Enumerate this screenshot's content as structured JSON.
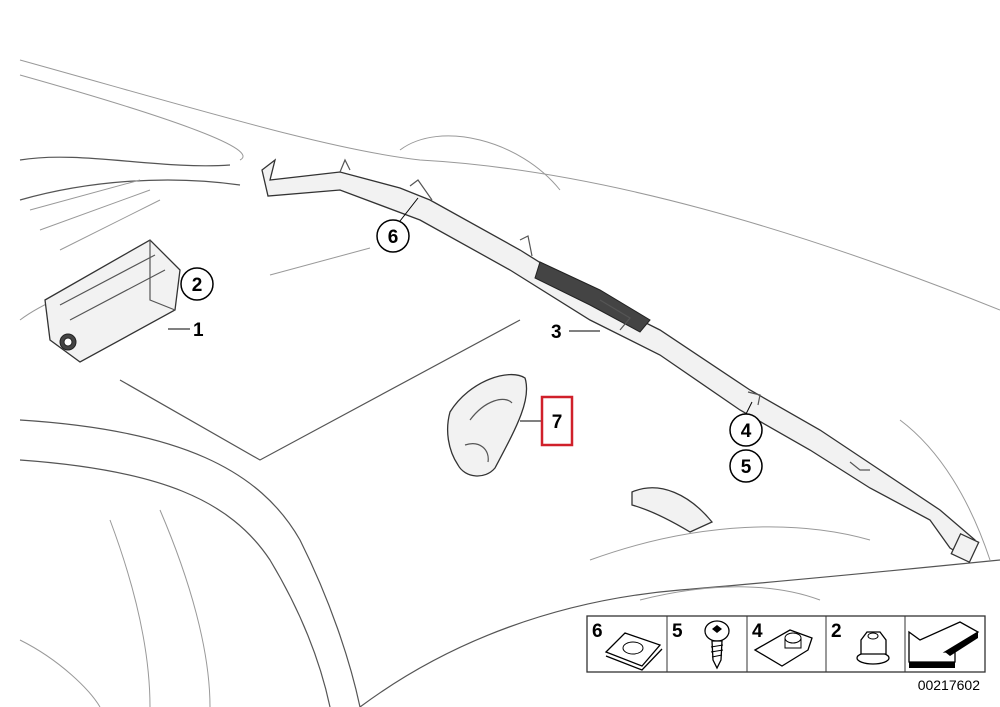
{
  "diagram": {
    "callouts": {
      "c1": "1",
      "c2": "2",
      "c3": "3",
      "c4": "4",
      "c5": "5",
      "c6": "6",
      "c7": "7"
    },
    "highlight_color": "#d0202a",
    "legend": {
      "items": [
        {
          "number": "6",
          "icon": "clip-nut-icon"
        },
        {
          "number": "5",
          "icon": "torx-screw-icon"
        },
        {
          "number": "4",
          "icon": "cage-nut-icon"
        },
        {
          "number": "2",
          "icon": "hex-flange-nut-icon"
        },
        {
          "number": "",
          "icon": "direction-arrow-icon"
        }
      ]
    },
    "diagram_code": "00217602"
  }
}
